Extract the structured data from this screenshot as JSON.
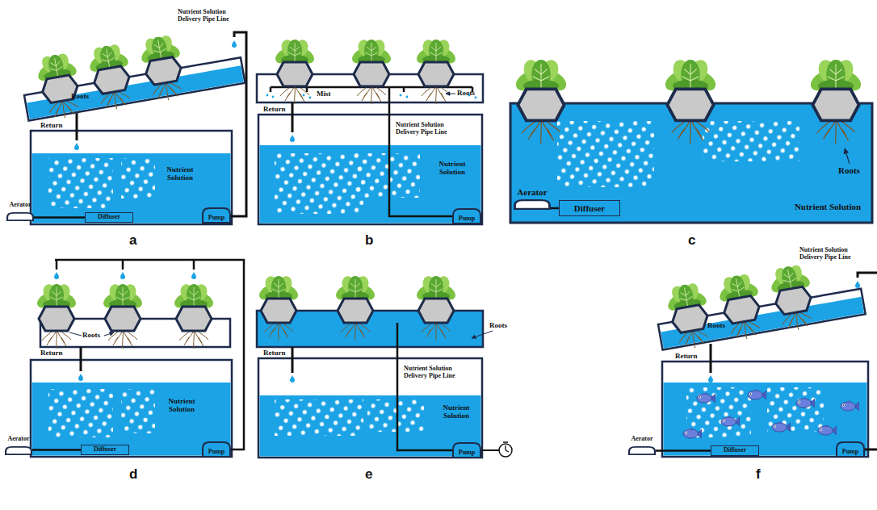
{
  "diagram": {
    "nodes": [
      {
        "text": [
          "Aerator"
        ]
      },
      {
        "text": [
          "Diffuser"
        ]
      },
      {
        "text": [
          "Pump"
        ]
      },
      {
        "text": [
          "Pump"
        ]
      },
      {
        "text": [
          "Aerator"
        ]
      },
      {
        "text": [
          "Diffuser"
        ]
      },
      {
        "text": [
          "Aerator"
        ]
      },
      {
        "text": [
          "Diffuser"
        ]
      },
      {
        "text": [
          "Pump"
        ]
      },
      {
        "text": [
          "Pump"
        ]
      },
      {
        "text": [
          "Aerator"
        ]
      },
      {
        "text": [
          "Diffuser"
        ]
      },
      {
        "text": [
          "Pump"
        ]
      }
    ],
    "edges": [
      {
        "from": 0,
        "to": 1,
        "arrow": "none"
      },
      {
        "from": 4,
        "to": 5,
        "arrow": "none"
      },
      {
        "from": 6,
        "to": 7,
        "arrow": "none"
      },
      {
        "from": 10,
        "to": 11,
        "arrow": "none"
      }
    ],
    "labels": [
      "Nutrient Solution Delivery Pipe Line",
      "Roots",
      "Return",
      "Nutrient Solution",
      "a",
      "Mist",
      "Roots",
      "Return",
      "Nutrient Solution Delivery Pipe Line",
      "Nutrient Solution",
      "b",
      "Roots",
      "Nutrient Solution",
      "c",
      "Roots",
      "Return",
      "Nutrient Solution",
      "d",
      "Roots",
      "Return",
      "Nutrient Solution Delivery Pipe Line",
      "Nutrient Solution",
      "e",
      "Nutrient Solution Delivery Pipe Line",
      "Roots",
      "Return",
      "f"
    ]
  }
}
